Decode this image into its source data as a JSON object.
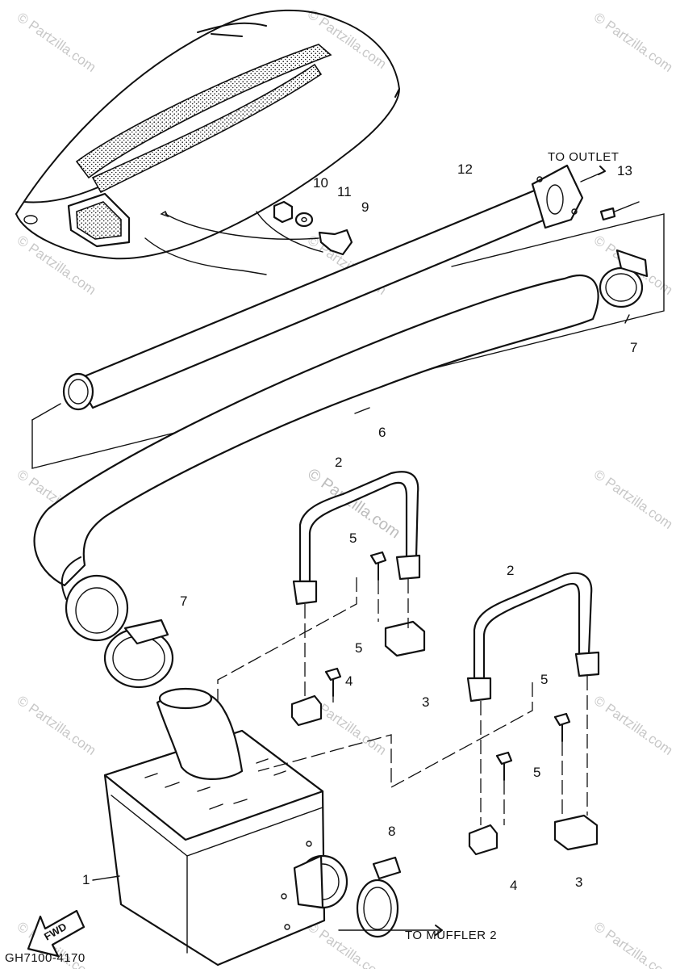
{
  "diagram": {
    "code": "GH7100-4170",
    "fwd_label": "FWD",
    "notes": {
      "to_outlet": "TO OUTLET",
      "to_muffler": "TO MUFFLER 2"
    },
    "watermark": "© Partzilla.com",
    "callouts": {
      "c1": "1",
      "c2a": "2",
      "c2b": "2",
      "c3a": "3",
      "c3b": "3",
      "c4a": "4",
      "c4b": "4",
      "c5a": "5",
      "c5b": "5",
      "c5c": "5",
      "c5d": "5",
      "c6": "6",
      "c7a": "7",
      "c7b": "7",
      "c8": "8",
      "c9": "9",
      "c10": "10",
      "c11": "11",
      "c12": "12",
      "c13": "13"
    }
  }
}
